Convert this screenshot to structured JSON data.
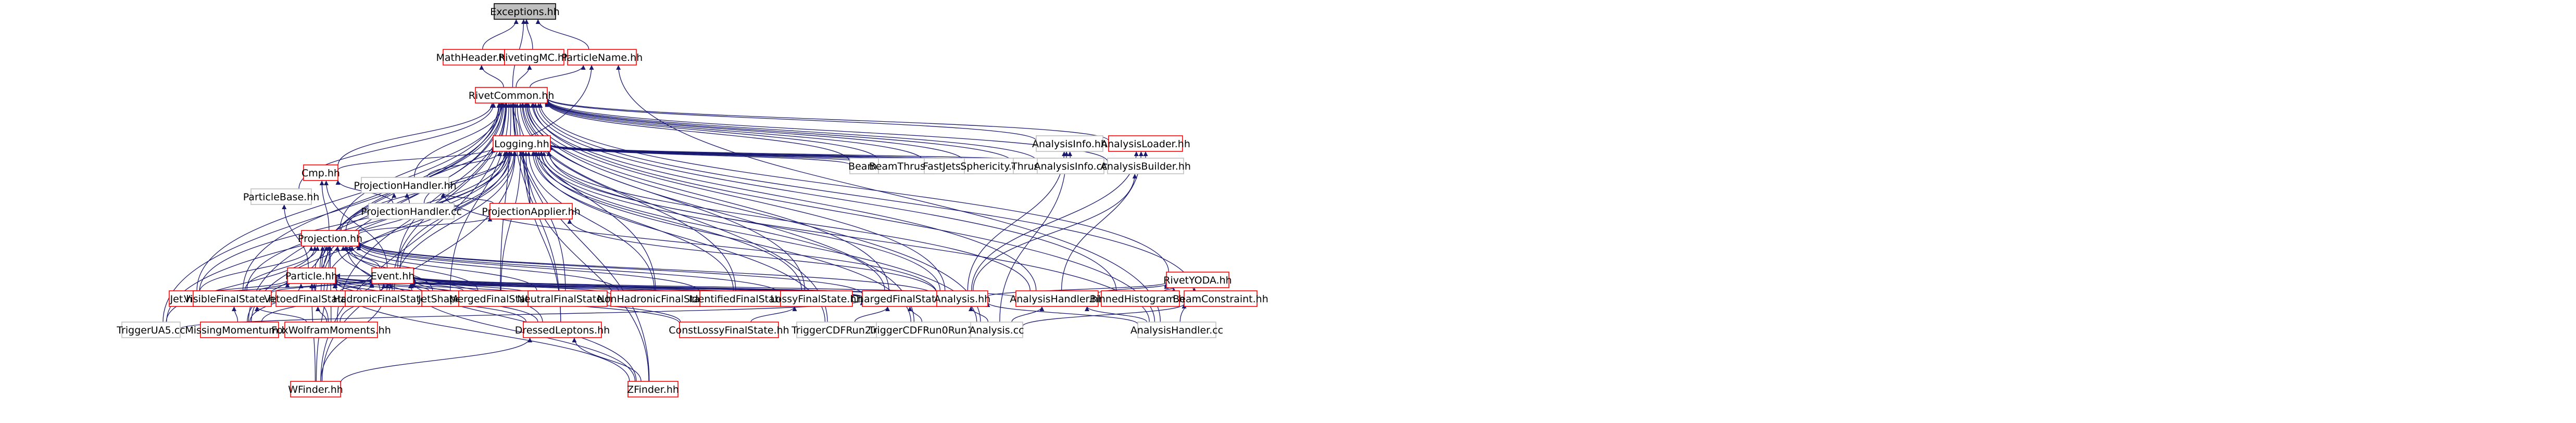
{
  "diagram": {
    "type": "include-dependency-graph",
    "colors": {
      "edge": "#191970",
      "red_border": "#ff0000",
      "gray_border": "#bfbfbf",
      "root_fill": "#bfbfbf",
      "text": "#000000"
    },
    "nodes": [
      {
        "id": "exceptions",
        "label": "Exceptions.hh",
        "style": "gray"
      },
      {
        "id": "mathheader",
        "label": "MathHeader.hh",
        "style": "red"
      },
      {
        "id": "rivetingmc",
        "label": "RivetingMC.hh",
        "style": "red"
      },
      {
        "id": "particlename",
        "label": "ParticleName.hh",
        "style": "red"
      },
      {
        "id": "rivetcommon",
        "label": "RivetCommon.hh",
        "style": "red"
      },
      {
        "id": "logging",
        "label": "Logging.hh",
        "style": "red"
      },
      {
        "id": "analysisinfo_hh",
        "label": "AnalysisInfo.hh",
        "style": "plain"
      },
      {
        "id": "analysisloader",
        "label": "AnalysisLoader.hh",
        "style": "red"
      },
      {
        "id": "beam",
        "label": "Beam.cc",
        "style": "plain"
      },
      {
        "id": "beamthrust",
        "label": "BeamThrust.cc",
        "style": "plain"
      },
      {
        "id": "fastjets",
        "label": "FastJets.cc",
        "style": "plain"
      },
      {
        "id": "sphericity",
        "label": "Sphericity.cc",
        "style": "plain"
      },
      {
        "id": "thrust",
        "label": "Thrust.cc",
        "style": "plain"
      },
      {
        "id": "analysisinfo_cc",
        "label": "AnalysisInfo.cc",
        "style": "plain"
      },
      {
        "id": "analysisbuilder",
        "label": "AnalysisBuilder.hh",
        "style": "plain"
      },
      {
        "id": "cmp",
        "label": "Cmp.hh",
        "style": "red"
      },
      {
        "id": "projectionhandler",
        "label": "ProjectionHandler.hh",
        "style": "plain"
      },
      {
        "id": "projectionhandler_cc",
        "label": "ProjectionHandler.cc",
        "style": "plain"
      },
      {
        "id": "particlebase",
        "label": "ParticleBase.hh",
        "style": "plain"
      },
      {
        "id": "projectionapplier",
        "label": "ProjectionApplier.hh",
        "style": "red"
      },
      {
        "id": "projection",
        "label": "Projection.hh",
        "style": "red"
      },
      {
        "id": "particle",
        "label": "Particle.hh",
        "style": "red"
      },
      {
        "id": "event",
        "label": "Event.hh",
        "style": "red"
      },
      {
        "id": "rivetyoda",
        "label": "RivetYODA.hh",
        "style": "red"
      },
      {
        "id": "jet",
        "label": "Jet.hh",
        "style": "red"
      },
      {
        "id": "visiblefinalstate",
        "label": "VisibleFinalState.hh",
        "style": "red"
      },
      {
        "id": "vetoedfinalstate",
        "label": "VetoedFinalState.hh",
        "style": "red"
      },
      {
        "id": "hadronicfinalstate",
        "label": "HadronicFinalState.hh",
        "style": "red"
      },
      {
        "id": "jetshape",
        "label": "JetShape.hh",
        "style": "red"
      },
      {
        "id": "mergedfinalstate",
        "label": "MergedFinalState.hh",
        "style": "red"
      },
      {
        "id": "neutralfinalstate",
        "label": "NeutralFinalState.hh",
        "style": "red"
      },
      {
        "id": "nonhadronicfinalstate",
        "label": "NonHadronicFinalState.hh",
        "style": "red"
      },
      {
        "id": "identifiedfinalstate",
        "label": "IdentifiedFinalState.hh",
        "style": "red"
      },
      {
        "id": "lossyfinalstate",
        "label": "LossyFinalState.hh",
        "style": "red"
      },
      {
        "id": "chargedfinalstate",
        "label": "ChargedFinalState.hh",
        "style": "red"
      },
      {
        "id": "analysis_hh",
        "label": "Analysis.hh",
        "style": "red"
      },
      {
        "id": "analysishandler_hh",
        "label": "AnalysisHandler.hh",
        "style": "red"
      },
      {
        "id": "binnedhistogram",
        "label": "BinnedHistogram.hh",
        "style": "red"
      },
      {
        "id": "beamconstraint",
        "label": "BeamConstraint.hh",
        "style": "red"
      },
      {
        "id": "triggerua5",
        "label": "TriggerUA5.cc",
        "style": "plain"
      },
      {
        "id": "missingmomentum",
        "label": "MissingMomentum.hh",
        "style": "red"
      },
      {
        "id": "foxwolfram",
        "label": "FoxWolframMoments.hh",
        "style": "red"
      },
      {
        "id": "dressedleptons",
        "label": "DressedLeptons.hh",
        "style": "red"
      },
      {
        "id": "constlossy",
        "label": "ConstLossyFinalState.hh",
        "style": "red"
      },
      {
        "id": "triggercdfrun2",
        "label": "TriggerCDFRun2.cc",
        "style": "plain"
      },
      {
        "id": "triggercdfrun0run1",
        "label": "TriggerCDFRun0Run1.cc",
        "style": "plain"
      },
      {
        "id": "analysis_cc",
        "label": "Analysis.cc",
        "style": "plain"
      },
      {
        "id": "analysishandler_cc",
        "label": "AnalysisHandler.cc",
        "style": "plain"
      },
      {
        "id": "wfinder",
        "label": "WFinder.hh",
        "style": "red"
      },
      {
        "id": "zfinder",
        "label": "ZFinder.hh",
        "style": "red"
      }
    ],
    "edges": [
      [
        "mathheader",
        "exceptions"
      ],
      [
        "rivetingmc",
        "exceptions"
      ],
      [
        "particlename",
        "exceptions"
      ],
      [
        "rivetcommon",
        "exceptions"
      ],
      [
        "rivetcommon",
        "rivetingmc"
      ],
      [
        "rivetcommon",
        "particlename"
      ],
      [
        "rivetcommon",
        "mathheader"
      ],
      [
        "particle",
        "particlename"
      ],
      [
        "analysishandler_cc",
        "particlename"
      ],
      [
        "logging",
        "rivetcommon"
      ],
      [
        "analysisinfo_hh",
        "rivetcommon"
      ],
      [
        "beam",
        "rivetcommon"
      ],
      [
        "beamthrust",
        "rivetcommon"
      ],
      [
        "fastjets",
        "rivetcommon"
      ],
      [
        "sphericity",
        "rivetcommon"
      ],
      [
        "thrust",
        "rivetcommon"
      ],
      [
        "analysisinfo_cc",
        "rivetcommon"
      ],
      [
        "analysisbuilder",
        "rivetcommon"
      ],
      [
        "projectionhandler",
        "rivetcommon"
      ],
      [
        "particlebase",
        "rivetcommon"
      ],
      [
        "cmp",
        "rivetcommon"
      ],
      [
        "projectionapplier",
        "rivetcommon"
      ],
      [
        "projection",
        "rivetcommon"
      ],
      [
        "particle",
        "rivetcommon"
      ],
      [
        "event",
        "rivetcommon"
      ],
      [
        "rivetyoda",
        "rivetcommon"
      ],
      [
        "jet",
        "rivetcommon"
      ],
      [
        "visiblefinalstate",
        "rivetcommon"
      ],
      [
        "vetoedfinalstate",
        "rivetcommon"
      ],
      [
        "hadronicfinalstate",
        "rivetcommon"
      ],
      [
        "jetshape",
        "rivetcommon"
      ],
      [
        "mergedfinalstate",
        "rivetcommon"
      ],
      [
        "neutralfinalstate",
        "rivetcommon"
      ],
      [
        "nonhadronicfinalstate",
        "rivetcommon"
      ],
      [
        "identifiedfinalstate",
        "rivetcommon"
      ],
      [
        "lossyfinalstate",
        "rivetcommon"
      ],
      [
        "chargedfinalstate",
        "rivetcommon"
      ],
      [
        "analysis_hh",
        "rivetcommon"
      ],
      [
        "analysishandler_hh",
        "rivetcommon"
      ],
      [
        "binnedhistogram",
        "rivetcommon"
      ],
      [
        "beamconstraint",
        "rivetcommon"
      ],
      [
        "triggerua5",
        "rivetcommon"
      ],
      [
        "missingmomentum",
        "rivetcommon"
      ],
      [
        "foxwolfram",
        "rivetcommon"
      ],
      [
        "dressedleptons",
        "rivetcommon"
      ],
      [
        "triggercdfrun2",
        "rivetcommon"
      ],
      [
        "triggercdfrun0run1",
        "rivetcommon"
      ],
      [
        "analysis_cc",
        "rivetcommon"
      ],
      [
        "analysishandler_cc",
        "rivetcommon"
      ],
      [
        "wfinder",
        "rivetcommon"
      ],
      [
        "zfinder",
        "rivetcommon"
      ],
      [
        "analysisloader",
        "rivetcommon"
      ],
      [
        "beam",
        "logging"
      ],
      [
        "beamthrust",
        "logging"
      ],
      [
        "fastjets",
        "logging"
      ],
      [
        "sphericity",
        "logging"
      ],
      [
        "thrust",
        "logging"
      ],
      [
        "analysisinfo_cc",
        "logging"
      ],
      [
        "analysisbuilder",
        "logging"
      ],
      [
        "projectionhandler",
        "logging"
      ],
      [
        "projectionhandler_cc",
        "logging"
      ],
      [
        "cmp",
        "logging"
      ],
      [
        "projectionapplier",
        "logging"
      ],
      [
        "projection",
        "logging"
      ],
      [
        "particle",
        "logging"
      ],
      [
        "event",
        "logging"
      ],
      [
        "jet",
        "logging"
      ],
      [
        "visiblefinalstate",
        "logging"
      ],
      [
        "vetoedfinalstate",
        "logging"
      ],
      [
        "hadronicfinalstate",
        "logging"
      ],
      [
        "mergedfinalstate",
        "logging"
      ],
      [
        "nonhadronicfinalstate",
        "logging"
      ],
      [
        "identifiedfinalstate",
        "logging"
      ],
      [
        "lossyfinalstate",
        "logging"
      ],
      [
        "chargedfinalstate",
        "logging"
      ],
      [
        "analysis_hh",
        "logging"
      ],
      [
        "analysishandler_hh",
        "logging"
      ],
      [
        "triggercdfrun2",
        "logging"
      ],
      [
        "triggercdfrun0run1",
        "logging"
      ],
      [
        "analysis_cc",
        "logging"
      ],
      [
        "analysishandler_cc",
        "logging"
      ],
      [
        "dressedleptons",
        "logging"
      ],
      [
        "wfinder",
        "logging"
      ],
      [
        "zfinder",
        "logging"
      ],
      [
        "triggerua5",
        "logging"
      ],
      [
        "missingmomentum",
        "logging"
      ],
      [
        "analysisinfo_cc",
        "analysisinfo_hh"
      ],
      [
        "analysis_hh",
        "analysisinfo_hh"
      ],
      [
        "analysis_cc",
        "analysisinfo_hh"
      ],
      [
        "analysisbuilder",
        "analysisloader"
      ],
      [
        "analysis_hh",
        "analysisloader"
      ],
      [
        "analysishandler_hh",
        "analysisloader"
      ],
      [
        "analysis_hh",
        "analysisbuilder"
      ],
      [
        "projectionhandler_cc",
        "projectionhandler"
      ],
      [
        "projectionapplier",
        "projectionhandler"
      ],
      [
        "analysis_hh",
        "projectionhandler"
      ],
      [
        "projection",
        "projectionhandler"
      ],
      [
        "projection",
        "cmp"
      ],
      [
        "projectionhandler_cc",
        "cmp"
      ],
      [
        "event",
        "cmp"
      ],
      [
        "particle",
        "particlebase"
      ],
      [
        "projection",
        "projectionapplier"
      ],
      [
        "analysis_hh",
        "projectionapplier"
      ],
      [
        "event",
        "projection"
      ],
      [
        "particle",
        "projection"
      ],
      [
        "jet",
        "projection"
      ],
      [
        "visiblefinalstate",
        "projection"
      ],
      [
        "vetoedfinalstate",
        "projection"
      ],
      [
        "hadronicfinalstate",
        "projection"
      ],
      [
        "jetshape",
        "projection"
      ],
      [
        "mergedfinalstate",
        "projection"
      ],
      [
        "neutralfinalstate",
        "projection"
      ],
      [
        "nonhadronicfinalstate",
        "projection"
      ],
      [
        "identifiedfinalstate",
        "projection"
      ],
      [
        "lossyfinalstate",
        "projection"
      ],
      [
        "chargedfinalstate",
        "projection"
      ],
      [
        "analysis_hh",
        "projection"
      ],
      [
        "triggerua5",
        "projection"
      ],
      [
        "missingmomentum",
        "projection"
      ],
      [
        "foxwolfram",
        "projection"
      ],
      [
        "dressedleptons",
        "projection"
      ],
      [
        "wfinder",
        "projection"
      ],
      [
        "zfinder",
        "projection"
      ],
      [
        "event",
        "particle"
      ],
      [
        "jet",
        "particle"
      ],
      [
        "visiblefinalstate",
        "particle"
      ],
      [
        "vetoedfinalstate",
        "particle"
      ],
      [
        "hadronicfinalstate",
        "particle"
      ],
      [
        "jetshape",
        "particle"
      ],
      [
        "mergedfinalstate",
        "particle"
      ],
      [
        "neutralfinalstate",
        "particle"
      ],
      [
        "identifiedfinalstate",
        "particle"
      ],
      [
        "lossyfinalstate",
        "particle"
      ],
      [
        "chargedfinalstate",
        "particle"
      ],
      [
        "analysis_hh",
        "particle"
      ],
      [
        "missingmomentum",
        "particle"
      ],
      [
        "foxwolfram",
        "particle"
      ],
      [
        "dressedleptons",
        "particle"
      ],
      [
        "constlossy",
        "particle"
      ],
      [
        "wfinder",
        "particle"
      ],
      [
        "zfinder",
        "particle"
      ],
      [
        "jet",
        "event"
      ],
      [
        "visiblefinalstate",
        "event"
      ],
      [
        "vetoedfinalstate",
        "event"
      ],
      [
        "hadronicfinalstate",
        "event"
      ],
      [
        "jetshape",
        "event"
      ],
      [
        "mergedfinalstate",
        "event"
      ],
      [
        "neutralfinalstate",
        "event"
      ],
      [
        "nonhadronicfinalstate",
        "event"
      ],
      [
        "identifiedfinalstate",
        "event"
      ],
      [
        "lossyfinalstate",
        "event"
      ],
      [
        "chargedfinalstate",
        "event"
      ],
      [
        "analysis_hh",
        "event"
      ],
      [
        "analysishandler_hh",
        "event"
      ],
      [
        "missingmomentum",
        "event"
      ],
      [
        "foxwolfram",
        "event"
      ],
      [
        "dressedleptons",
        "event"
      ],
      [
        "constlossy",
        "event"
      ],
      [
        "wfinder",
        "event"
      ],
      [
        "zfinder",
        "event"
      ],
      [
        "analysis_hh",
        "rivetyoda"
      ],
      [
        "analysishandler_hh",
        "rivetyoda"
      ],
      [
        "binnedhistogram",
        "rivetyoda"
      ],
      [
        "analysishandler_cc",
        "rivetyoda"
      ],
      [
        "missingmomentum",
        "visiblefinalstate"
      ],
      [
        "foxwolfram",
        "visiblefinalstate"
      ],
      [
        "foxwolfram",
        "vetoedfinalstate"
      ],
      [
        "constlossy",
        "lossyfinalstate"
      ],
      [
        "triggercdfrun2",
        "chargedfinalstate"
      ],
      [
        "triggercdfrun0run1",
        "chargedfinalstate"
      ],
      [
        "triggerua5",
        "chargedfinalstate"
      ],
      [
        "analysis_cc",
        "analysis_hh"
      ],
      [
        "analysishandler_cc",
        "analysis_hh"
      ],
      [
        "analysis_cc",
        "analysishandler_hh"
      ],
      [
        "analysishandler_cc",
        "analysishandler_hh"
      ],
      [
        "analysis_cc",
        "beamconstraint"
      ],
      [
        "wfinder",
        "dressedleptons"
      ],
      [
        "zfinder",
        "dressedleptons"
      ]
    ]
  }
}
